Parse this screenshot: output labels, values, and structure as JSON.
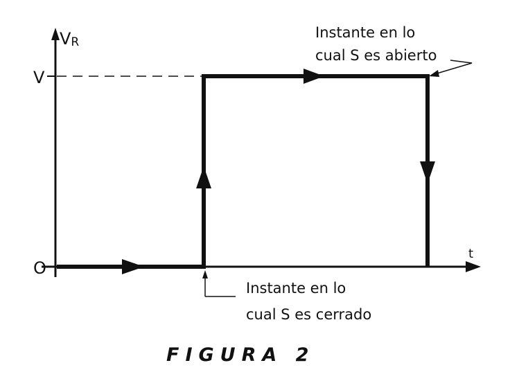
{
  "axes": {
    "y_label_main": "V",
    "y_label_sub": "R",
    "x_label": "t",
    "level_high": "V",
    "level_low": "O"
  },
  "annotations": {
    "open_line1": "Instante en lo",
    "open_line2": "cual S es abierto",
    "close_line1": "Instante en lo",
    "close_line2": "cual S es cerrado"
  },
  "caption": "FIGURA 2",
  "colors": {
    "ink": "#111111",
    "paper": "#ffffff"
  }
}
